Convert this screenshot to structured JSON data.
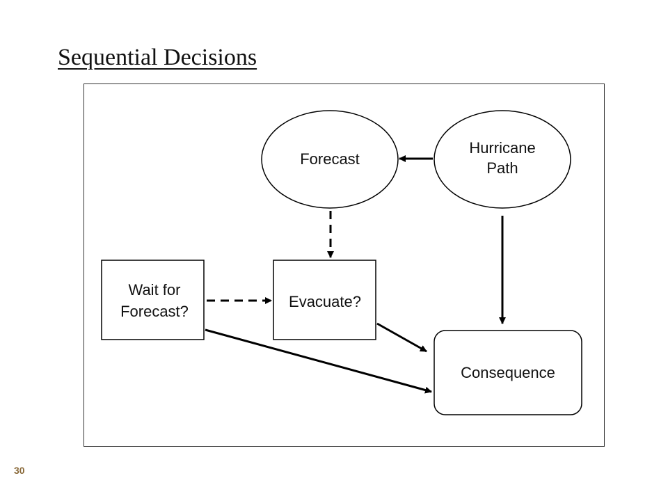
{
  "slide": {
    "title": "Sequential Decisions",
    "page_number": "30"
  },
  "diagram": {
    "nodes": {
      "forecast": {
        "label": "Forecast",
        "shape": "chance"
      },
      "hurricane_path": {
        "label_line1": "Hurricane",
        "label_line2": "Path",
        "shape": "chance"
      },
      "wait_for_forecast": {
        "label_line1": "Wait for",
        "label_line2": "Forecast?",
        "shape": "decision"
      },
      "evacuate": {
        "label": "Evacuate?",
        "shape": "decision"
      },
      "consequence": {
        "label": "Consequence",
        "shape": "value"
      }
    },
    "arcs": [
      {
        "from": "hurricane_path",
        "to": "forecast",
        "style": "solid"
      },
      {
        "from": "forecast",
        "to": "evacuate",
        "style": "dashed"
      },
      {
        "from": "wait_for_forecast",
        "to": "evacuate",
        "style": "dashed"
      },
      {
        "from": "hurricane_path",
        "to": "consequence",
        "style": "solid"
      },
      {
        "from": "evacuate",
        "to": "consequence",
        "style": "solid"
      },
      {
        "from": "wait_for_forecast",
        "to": "consequence",
        "style": "solid"
      }
    ]
  }
}
